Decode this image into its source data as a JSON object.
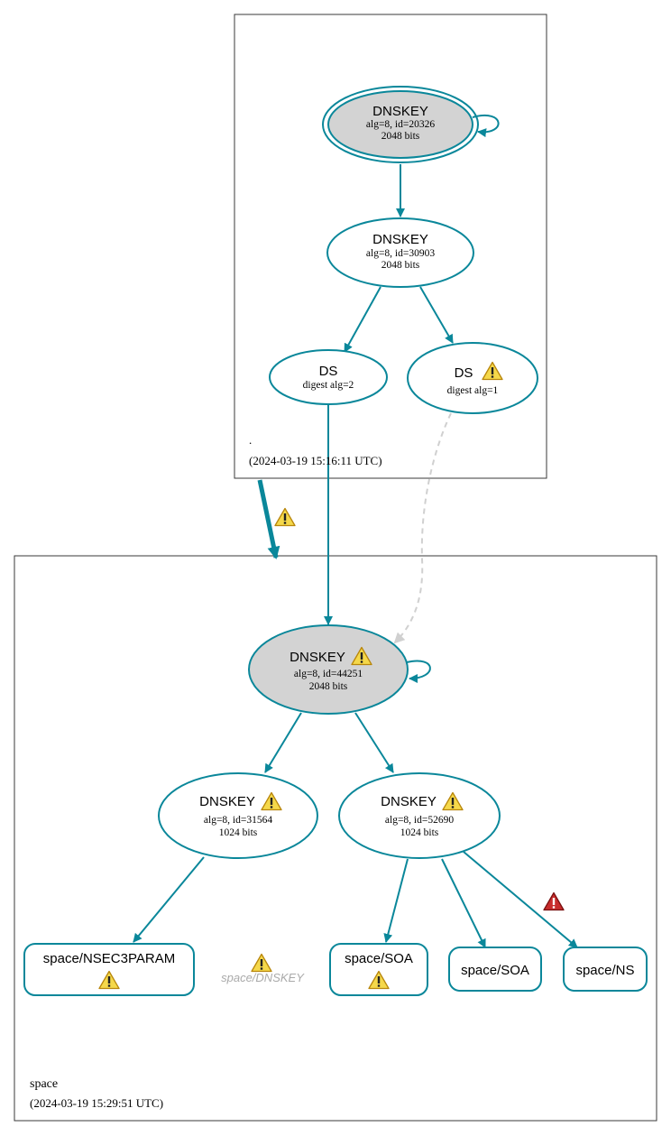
{
  "colors": {
    "edge": "#0a879a",
    "insecure_edge": "#d0d0d0",
    "ksk_fill": "#d3d3d3",
    "border": "#3a3a3a",
    "warning_fill": "#f5d84a",
    "error_fill": "#c82c2c"
  },
  "zones": {
    "root": {
      "name": ".",
      "timestamp": "(2024-03-19 15:16:11 UTC)"
    },
    "space": {
      "name": "space",
      "timestamp": "(2024-03-19 15:29:51 UTC)"
    }
  },
  "nodes": {
    "root_ksk": {
      "title": "DNSKEY",
      "line1": "alg=8, id=20326",
      "line2": "2048 bits"
    },
    "root_zsk": {
      "title": "DNSKEY",
      "line1": "alg=8, id=30903",
      "line2": "2048 bits"
    },
    "ds_2": {
      "title": "DS",
      "line1": "digest alg=2"
    },
    "ds_1": {
      "title": "DS",
      "line1": "digest alg=1",
      "icon": "warning-icon"
    },
    "space_ksk": {
      "title": "DNSKEY",
      "line1": "alg=8, id=44251",
      "line2": "2048 bits",
      "icon": "warning-icon"
    },
    "space_zsk_31564": {
      "title": "DNSKEY",
      "line1": "alg=8, id=31564",
      "line2": "1024 bits",
      "icon": "warning-icon"
    },
    "space_zsk_52690": {
      "title": "DNSKEY",
      "line1": "alg=8, id=52690",
      "line2": "1024 bits",
      "icon": "warning-icon"
    },
    "rr_nsec3param": {
      "label": "space/NSEC3PARAM",
      "icon": "warning-icon"
    },
    "rr_dnskey": {
      "label": "space/DNSKEY",
      "icon": "warning-icon"
    },
    "rr_soa_warn": {
      "label": "space/SOA",
      "icon": "warning-icon"
    },
    "rr_soa": {
      "label": "space/SOA"
    },
    "rr_ns": {
      "label": "space/NS"
    }
  },
  "edge_icons": {
    "delegation": "warning-icon",
    "ns_signature": "error-icon"
  }
}
